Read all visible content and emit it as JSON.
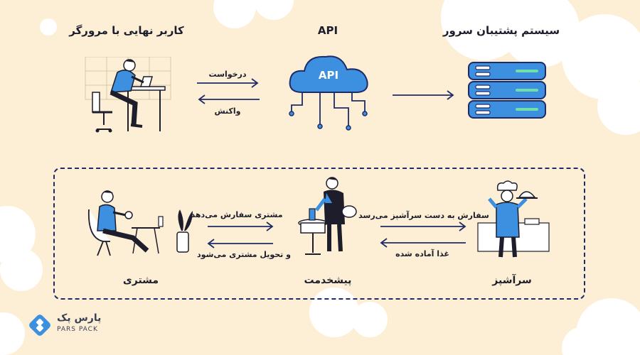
{
  "top": {
    "left_title": "کاربر نهایی با مرورگر",
    "center_title": "API",
    "right_title": "سیستم پشتیبان سرور",
    "cloud_label": "API",
    "arrow_request": "درخواست",
    "arrow_response": "واکنش"
  },
  "bottom": {
    "customer_title": "مشتری",
    "waiter_title": "پیشخدمت",
    "chef_title": "سرآشپز",
    "arrow_order": "مشتری سفارش می‌دهد",
    "arrow_deliver": "و تحویل مشتری می‌شود",
    "arrow_to_chef": "سفارش به دست سرآشپز می‌رسد",
    "arrow_food_ready": "غذا آماده شده"
  },
  "logo": {
    "persian": "پارس پک",
    "latin": "PARS PACK"
  },
  "colors": {
    "background": "#fcefd6",
    "accent_blue": "#3d8fe0",
    "navy": "#1f2b66",
    "cloud_white": "#ffffff"
  }
}
